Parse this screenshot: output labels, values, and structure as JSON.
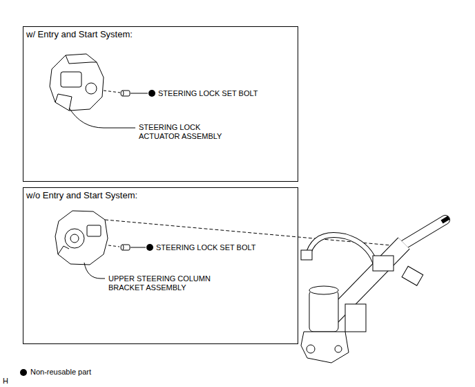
{
  "diagram": {
    "nodes": [
      {
        "text": [
          "w/ Entry and Start System:"
        ]
      },
      {
        "text": [
          "w/o Entry and Start System:"
        ]
      }
    ],
    "labels": [
      "STEERING LOCK SET BOLT",
      "STEERING LOCK ACTUATOR ASSEMBLY",
      "STEERING LOCK SET BOLT",
      "UPPER STEERING COLUMN BRACKET ASSEMBLY",
      "H"
    ],
    "legend": [
      {
        "text": "Non-reusable part"
      }
    ]
  }
}
